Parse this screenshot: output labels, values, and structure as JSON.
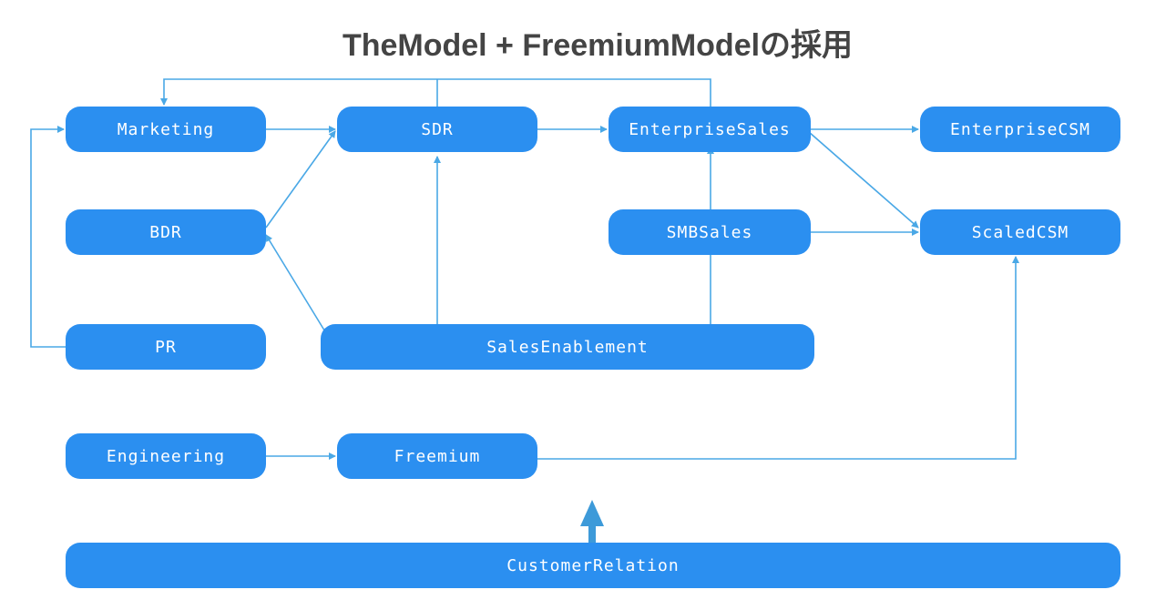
{
  "title": "TheModel + FreemiumModelの採用",
  "colors": {
    "node_fill": "#2b8ff0",
    "connector": "#4aa8e6",
    "big_arrow": "#3d9ad9",
    "title_text": "#444444"
  },
  "nodes": {
    "marketing": "Marketing",
    "sdr": "SDR",
    "enterprise_sales": "EnterpriseSales",
    "enterprise_csm": "EnterpriseCSM",
    "bdr": "BDR",
    "smb_sales": "SMBSales",
    "scaled_csm": "ScaledCSM",
    "pr": "PR",
    "sales_enablement": "SalesEnablement",
    "engineering": "Engineering",
    "freemium": "Freemium",
    "customer_relation": "CustomerRelation"
  }
}
